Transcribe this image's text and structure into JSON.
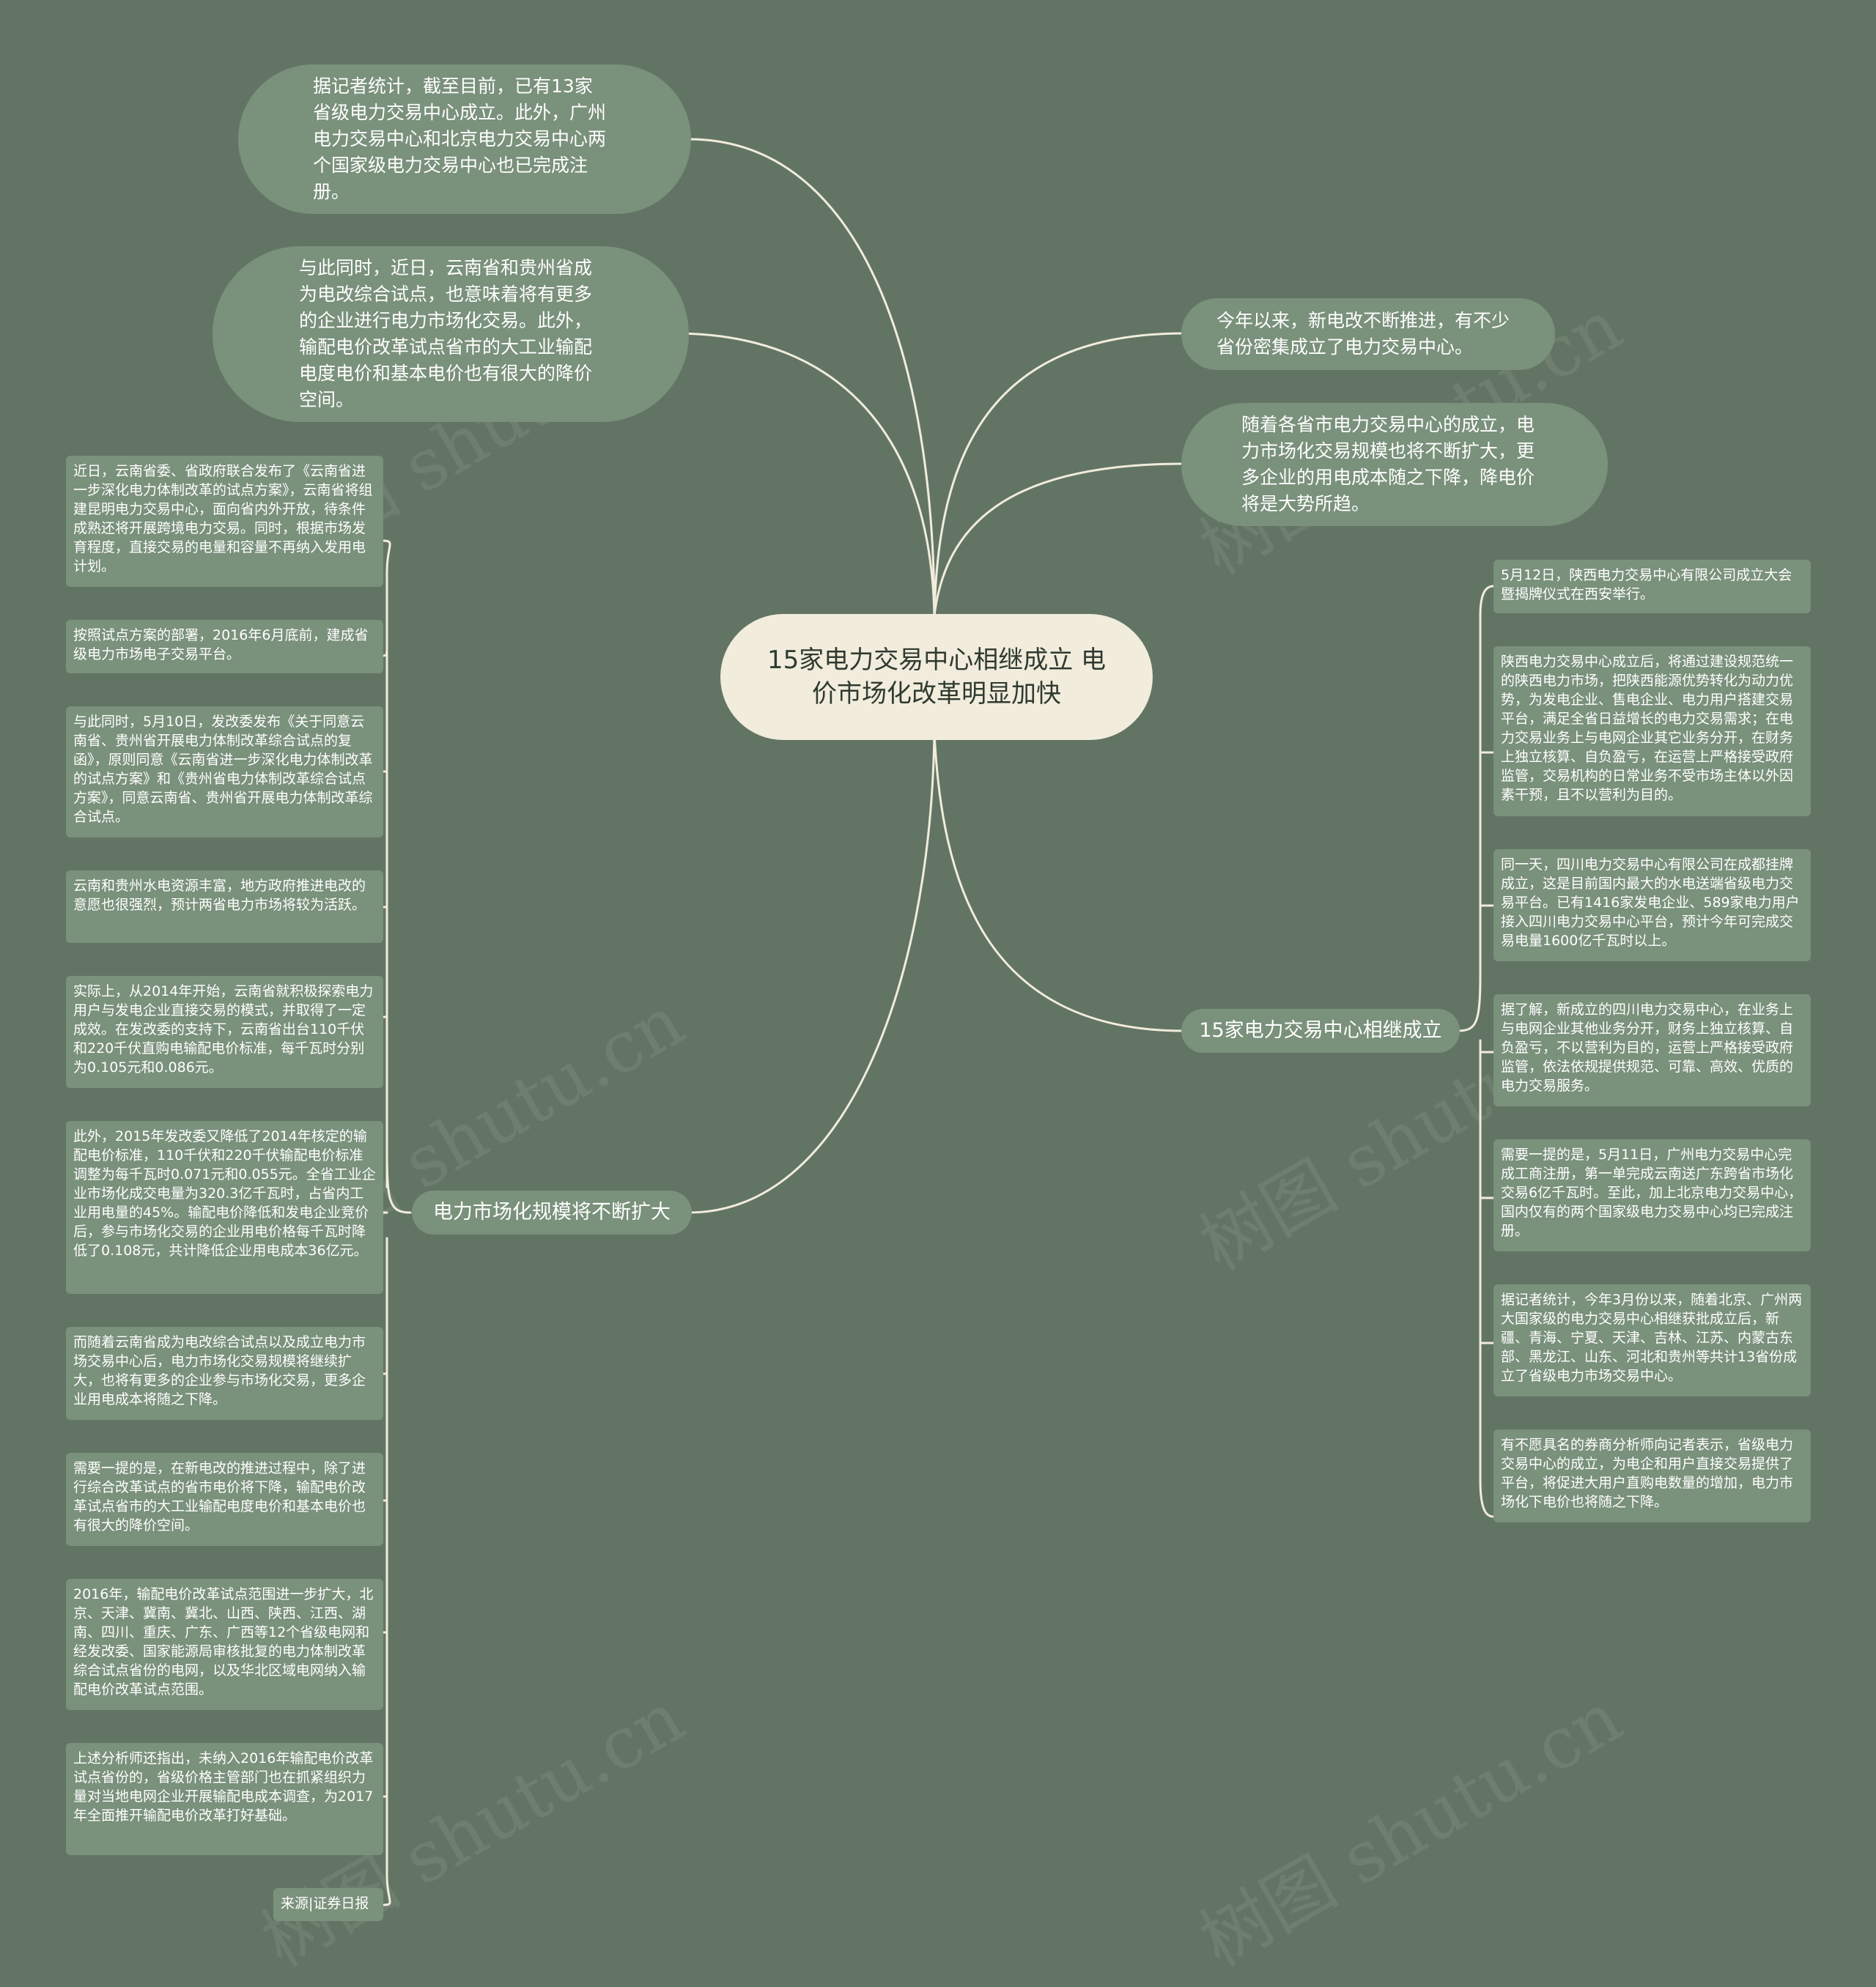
{
  "root": {
    "title": "15家电力交易中心相继成立 电价市场化改革明显加快"
  },
  "bubbles": [
    "据记者统计，截至目前，已有13家省级电力交易中心成立。此外，广州电力交易中心和北京电力交易中心两个国家级电力交易中心也已完成注册。",
    "与此同时，近日，云南省和贵州省成为电改综合试点，也意味着将有更多的企业进行电力市场化交易。此外，输配电价改革试点省市的大工业输配电度电价和基本电价也有很大的降价空间。",
    "今年以来，新电改不断推进，有不少省份密集成立了电力交易中心。",
    "随着各省市电力交易中心的成立，电力市场化交易规模也将不断扩大，更多企业的用电成本随之下降，降电价将是大势所趋。"
  ],
  "branches": {
    "left": "电力市场化规模将不断扩大",
    "right": "15家电力交易中心相继成立"
  },
  "left_cards": [
    "近日，云南省委、省政府联合发布了《云南省进一步深化电力体制改革的试点方案》，云南省将组建昆明电力交易中心，面向省内外开放，待条件成熟还将开展跨境电力交易。同时，根据市场发育程度，直接交易的电量和容量不再纳入发用电计划。",
    "按照试点方案的部署，2016年6月底前，建成省级电力市场电子交易平台。",
    "与此同时，5月10日，发改委发布《关于同意云南省、贵州省开展电力体制改革综合试点的复函》，原则同意《云南省进一步深化电力体制改革的试点方案》和《贵州省电力体制改革综合试点方案》，同意云南省、贵州省开展电力体制改革综合试点。",
    "云南和贵州水电资源丰富，地方政府推进电改的意愿也很强烈，预计两省电力市场将较为活跃。",
    "实际上，从2014年开始，云南省就积极探索电力用户与发电企业直接交易的模式，并取得了一定成效。在发改委的支持下，云南省出台110千伏和220千伏直购电输配电价标准，每千瓦时分别为0.105元和0.086元。",
    "此外，2015年发改委又降低了2014年核定的输配电价标准，110千伏和220千伏输配电价标准调整为每千瓦时0.071元和0.055元。全省工业企业市场化成交电量为320.3亿千瓦时，占省内工业用电量的45%。输配电价降低和发电企业竞价后，参与市场化交易的企业用电价格每千瓦时降低了0.108元，共计降低企业用电成本36亿元。",
    "而随着云南省成为电改综合试点以及成立电力市场交易中心后，电力市场化交易规模将继续扩大，也将有更多的企业参与市场化交易，更多企业用电成本将随之下降。",
    "需要一提的是，在新电改的推进过程中，除了进行综合改革试点的省市电价将下降，输配电价改革试点省市的大工业输配电度电价和基本电价也有很大的降价空间。",
    "2016年，输配电价改革试点范围进一步扩大，北京、天津、冀南、冀北、山西、陕西、江西、湖南、四川、重庆、广东、广西等12个省级电网和经发改委、国家能源局审核批复的电力体制改革综合试点省份的电网，以及华北区域电网纳入输配电价改革试点范围。",
    "上述分析师还指出，未纳入2016年输配电价改革试点省份的，省级价格主管部门也在抓紧组织力量对当地电网企业开展输配电成本调查，为2017年全面推开输配电价改革打好基础。",
    "来源|证券日报"
  ],
  "right_cards": [
    "5月12日，陕西电力交易中心有限公司成立大会暨揭牌仪式在西安举行。",
    "陕西电力交易中心成立后，将通过建设规范统一的陕西电力市场，把陕西能源优势转化为动力优势，为发电企业、售电企业、电力用户搭建交易平台，满足全省日益增长的电力交易需求；在电力交易业务上与电网企业其它业务分开，在财务上独立核算、自负盈亏，在运营上严格接受政府监管，交易机构的日常业务不受市场主体以外因素干预，且不以营利为目的。",
    "同一天，四川电力交易中心有限公司在成都挂牌成立，这是目前国内最大的水电送端省级电力交易平台。已有1416家发电企业、589家电力用户接入四川电力交易中心平台，预计今年可完成交易电量1600亿千瓦时以上。",
    "据了解，新成立的四川电力交易中心，在业务上与电网企业其他业务分开，财务上独立核算、自负盈亏，不以营利为目的，运营上严格接受政府监管，依法依规提供规范、可靠、高效、优质的电力交易服务。",
    "需要一提的是，5月11日，广州电力交易中心完成工商注册，第一单完成云南送广东跨省市场化交易6亿千瓦时。至此，加上北京电力交易中心，国内仅有的两个国家级电力交易中心均已完成注册。",
    "据记者统计，今年3月份以来，随着北京、广州两大国家级的电力交易中心相继获批成立后，新疆、青海、宁夏、天津、吉林、江苏、内蒙古东部、黑龙江、山东、河北和贵州等共计13省份成立了省级电力市场交易中心。",
    "有不愿具名的券商分析师向记者表示，省级电力交易中心的成立，为电企和用户直接交易提供了平台，将促进大用户直购电数量的增加，电力市场化下电价也将随之下降。"
  ],
  "watermark": "树图 shutu.cn",
  "colors": {
    "background": "#627564",
    "node": "#7a917b",
    "root": "#f1ecdc",
    "line": "#f1ecdc"
  }
}
